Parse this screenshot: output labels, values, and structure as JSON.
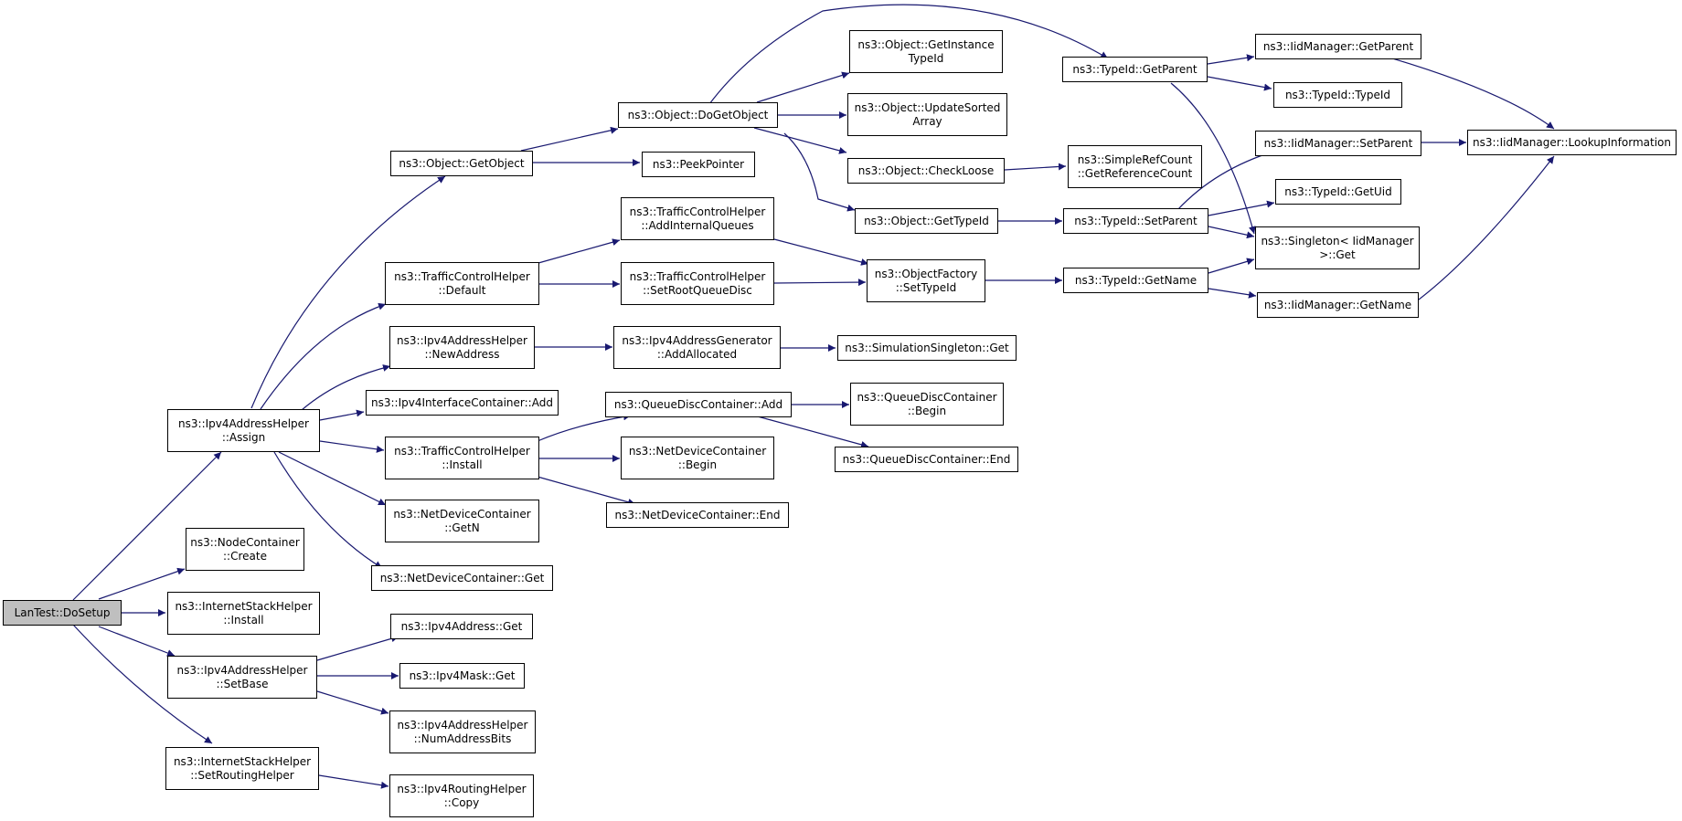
{
  "nodes": {
    "dosetup": [
      "LanTest::DoSetup"
    ],
    "assign": [
      "ns3::Ipv4AddressHelper",
      "::Assign"
    ],
    "create": [
      "ns3::NodeContainer",
      "::Create"
    ],
    "stackInstall": [
      "ns3::InternetStackHelper",
      "::Install"
    ],
    "setBase": [
      "ns3::Ipv4AddressHelper",
      "::SetBase"
    ],
    "setRouting": [
      "ns3::InternetStackHelper",
      "::SetRoutingHelper"
    ],
    "getObject": [
      "ns3::Object::GetObject"
    ],
    "tchDefault": [
      "ns3::TrafficControlHelper",
      "::Default"
    ],
    "newAddress": [
      "ns3::Ipv4AddressHelper",
      "::NewAddress"
    ],
    "ifcAdd": [
      "ns3::Ipv4InterfaceContainer::Add"
    ],
    "tchInstall": [
      "ns3::TrafficControlHelper",
      "::Install"
    ],
    "ndcGetN": [
      "ns3::NetDeviceContainer",
      "::GetN"
    ],
    "ndcGet": [
      "ns3::NetDeviceContainer::Get"
    ],
    "ipv4AddrGet": [
      "ns3::Ipv4Address::Get"
    ],
    "maskGet": [
      "ns3::Ipv4Mask::Get"
    ],
    "numBits": [
      "ns3::Ipv4AddressHelper",
      "::NumAddressBits"
    ],
    "routingCopy": [
      "ns3::Ipv4RoutingHelper",
      "::Copy"
    ],
    "doGetObject": [
      "ns3::Object::DoGetObject"
    ],
    "peekPointer": [
      "ns3::PeekPointer"
    ],
    "addInternalQueues": [
      "ns3::TrafficControlHelper",
      "::AddInternalQueues"
    ],
    "setRootQueueDisc": [
      "ns3::TrafficControlHelper",
      "::SetRootQueueDisc"
    ],
    "addAllocated": [
      "ns3::Ipv4AddressGenerator",
      "::AddAllocated"
    ],
    "qdcAdd": [
      "ns3::QueueDiscContainer::Add"
    ],
    "ndcBegin": [
      "ns3::NetDeviceContainer",
      "::Begin"
    ],
    "ndcEnd": [
      "ns3::NetDeviceContainer::End"
    ],
    "getInstanceTypeId": [
      "ns3::Object::GetInstance",
      "TypeId"
    ],
    "updateSorted": [
      "ns3::Object::UpdateSorted",
      "Array"
    ],
    "checkLoose": [
      "ns3::Object::CheckLoose"
    ],
    "objGetTypeId": [
      "ns3::Object::GetTypeId"
    ],
    "ofSetTypeId": [
      "ns3::ObjectFactory",
      "::SetTypeId"
    ],
    "simSingletonGet": [
      "ns3::SimulationSingleton::Get"
    ],
    "qdcBegin": [
      "ns3::QueueDiscContainer",
      "::Begin"
    ],
    "qdcEnd": [
      "ns3::QueueDiscContainer::End"
    ],
    "tidGetParent": [
      "ns3::TypeId::GetParent"
    ],
    "getRefCount": [
      "ns3::SimpleRefCount",
      "::GetReferenceCount"
    ],
    "tidSetParent": [
      "ns3::TypeId::SetParent"
    ],
    "tidGetName": [
      "ns3::TypeId::GetName"
    ],
    "iidGetParent": [
      "ns3::IidManager::GetParent"
    ],
    "tidTypeId": [
      "ns3::TypeId::TypeId"
    ],
    "iidSetParent": [
      "ns3::IidManager::SetParent"
    ],
    "tidGetUid": [
      "ns3::TypeId::GetUid"
    ],
    "singletonGet": [
      "ns3::Singleton< IidManager",
      ">::Get"
    ],
    "iidGetName": [
      "ns3::IidManager::GetName"
    ],
    "lookupInfo": [
      "ns3::IidManager::LookupInformation"
    ]
  }
}
